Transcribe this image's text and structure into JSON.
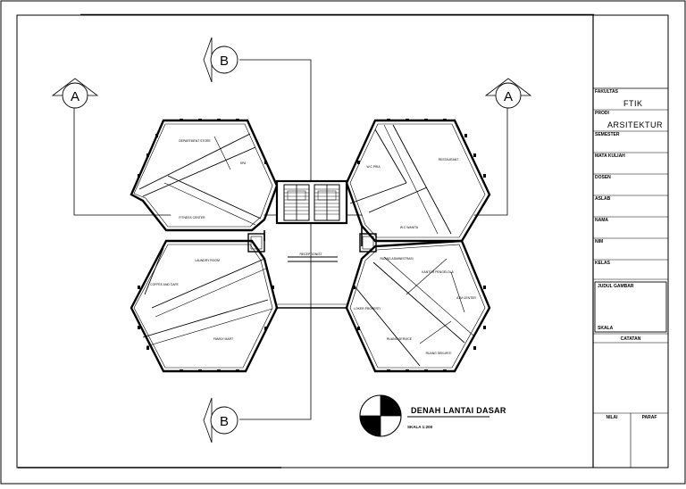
{
  "drawing": {
    "title": "DENAH LANTAI DASAR",
    "scale": "SKALA 1:200",
    "section_markers": {
      "a": "A",
      "b": "B"
    },
    "rooms": {
      "department_store": "DEPARTMENT STORE",
      "spa": "SPA",
      "fitness_center": "FITNESS CENTER",
      "laundry_room": "LAUNDRY ROOM",
      "coffee_and_cafe": "COFFEE AND CAFE",
      "family_mart": "FAMILY MART",
      "wc_pria": "W.C PRIA",
      "restaurant": "RESTAURANT",
      "wc_wanita": "W.C WANITA",
      "receptionist": "RECEPTIONIST",
      "ruang_administrasi": "RUANG ADMINISTRASI",
      "kantor_pengelola": "KANTOR PENGELOLA",
      "atm_center": "ATM CENTER",
      "loker_property": "LOKER PROPERTI",
      "ruang_servis": "RUANG SERVICE",
      "ruang_sekuriti": "RUANG SEKURITI"
    }
  },
  "title_block": {
    "fakultas_label": "FAKULTAS",
    "fakultas_value": "FTIK",
    "prodi_label": "PRODI",
    "prodi_value": "ARSITEKTUR",
    "semester_label": "SEMESTER",
    "mata_kuliah_label": "MATA KULIAH",
    "dosen_label": "DOSEN",
    "aslab_label": "ASLAB",
    "nama_label": "NAMA",
    "nim_label": "NIM",
    "kelas_label": "KELAS",
    "judul_gambar_label": "JUDUL GAMBAR",
    "skala_label": "SKALA",
    "catatan_label": "CATATAN",
    "nilai_label": "NILAI",
    "paraf_label": "PARAF"
  }
}
